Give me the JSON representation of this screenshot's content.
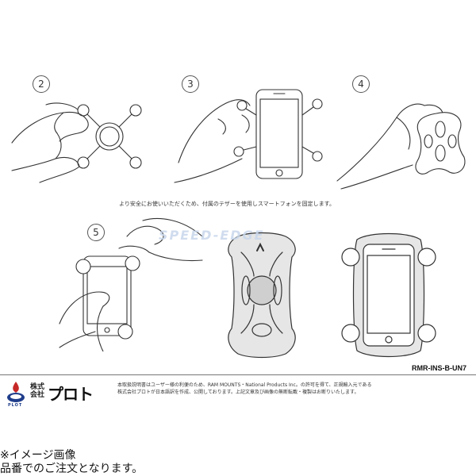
{
  "steps": [
    "2",
    "3",
    "4",
    "5"
  ],
  "caption": "より安全にお使いいただくため、付属のテザーを使用しスマートフォンを固定します。",
  "watermark": "SPEED-EDGE",
  "part_number": "RMR-INS-B-UN7",
  "logo": {
    "prefix_line1": "株式",
    "prefix_line2": "会社",
    "brand": "プロト",
    "badge_text": "PLOT"
  },
  "notice": {
    "line1": "本取扱説明書はユーザー様の利便のため、RAM MOUNTS・National Products Inc。の許可を得て、正規輸入元である",
    "line2": "株式会社プロトが日本語訳を作成、公開しております。上記文章及び画像の無断転載・複製はお断りいたします。"
  },
  "footer": {
    "line1": "※イメージ画像",
    "line2": "品番でのご注文となります。"
  }
}
